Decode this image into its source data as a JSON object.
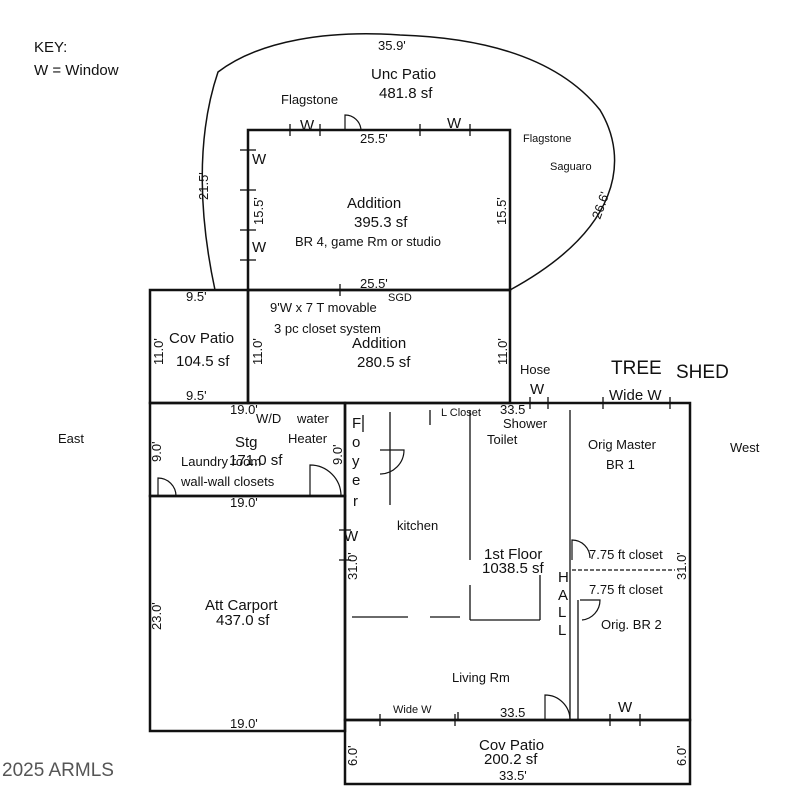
{
  "key": {
    "title": "KEY:",
    "line": "W = Window"
  },
  "copyright": "2025 ARMLS",
  "outside": {
    "east": "East",
    "west": "West",
    "tree": "TREE",
    "shed": "SHED"
  },
  "unc_patio": {
    "label": "Unc Patio",
    "area": "481.8 sf",
    "dim_top": "35.9'",
    "dim_left": "21.5'",
    "dim_right": "26.6'",
    "flagstone_left": "Flagstone",
    "flagstone_right": "Flagstone",
    "saguaro": "Saguaro"
  },
  "addition_upper": {
    "label": "Addition",
    "area": "395.3 sf",
    "note": "BR 4, game Rm or studio",
    "dim_top": "25.5'",
    "dim_left": "15.5'",
    "dim_right": "15.5'",
    "dim_bottom": "25.5'",
    "sgd": "SGD"
  },
  "addition_lower": {
    "label": "Addition",
    "area": "280.5 sf",
    "closet_note_1": "9'W x 7 T movable",
    "closet_note_2": "3 pc closet system",
    "dim_left": "11.0'",
    "dim_right": "11.0'"
  },
  "cov_patio_east": {
    "label": "Cov Patio",
    "area": "104.5 sf",
    "dim_top": "9.5'",
    "dim_bottom": "9.5'",
    "dim_left": "11.0'"
  },
  "storage": {
    "label": "Stg",
    "area": "171.0 sf",
    "laundry": "Laundry room",
    "closets": "wall-wall closets",
    "wd": "W/D",
    "water": "water",
    "heater": "Heater",
    "dim_top": "19.0'",
    "dim_left": "9.0'",
    "dim_right": "9.0'",
    "dim_bottom": "19.0'"
  },
  "carport": {
    "label": "Att Carport",
    "area": "437.0 sf",
    "dim_left": "23.0'",
    "dim_bottom": "19.0'"
  },
  "first_floor": {
    "label": "1st Floor",
    "area": "1038.5 sf",
    "dim_top": "33.5",
    "dim_bottom": "33.5",
    "dim_left": "31.0'",
    "dim_right": "31.0'",
    "foyer": [
      "F",
      "o",
      "y",
      "e",
      "r"
    ],
    "kitchen": "kitchen",
    "l_closet": "L Closet",
    "shower": "Shower",
    "toilet": "Toilet",
    "orig_master": "Orig Master",
    "br1": "BR 1",
    "closet1": "7.75 ft closet",
    "closet2": "7.75 ft closet",
    "hall": [
      "H",
      "A",
      "L",
      "L"
    ],
    "orig_br2": "Orig. BR 2",
    "living": "Living Rm",
    "hose": "Hose",
    "wide_w_top": "Wide W",
    "wide_w_bottom": "Wide W"
  },
  "cov_patio_south": {
    "label": "Cov Patio",
    "area": "200.2 sf",
    "dim_bottom": "33.5'",
    "dim_left": "6.0'",
    "dim_right": "6.0'"
  },
  "windows": {
    "w": "W"
  }
}
